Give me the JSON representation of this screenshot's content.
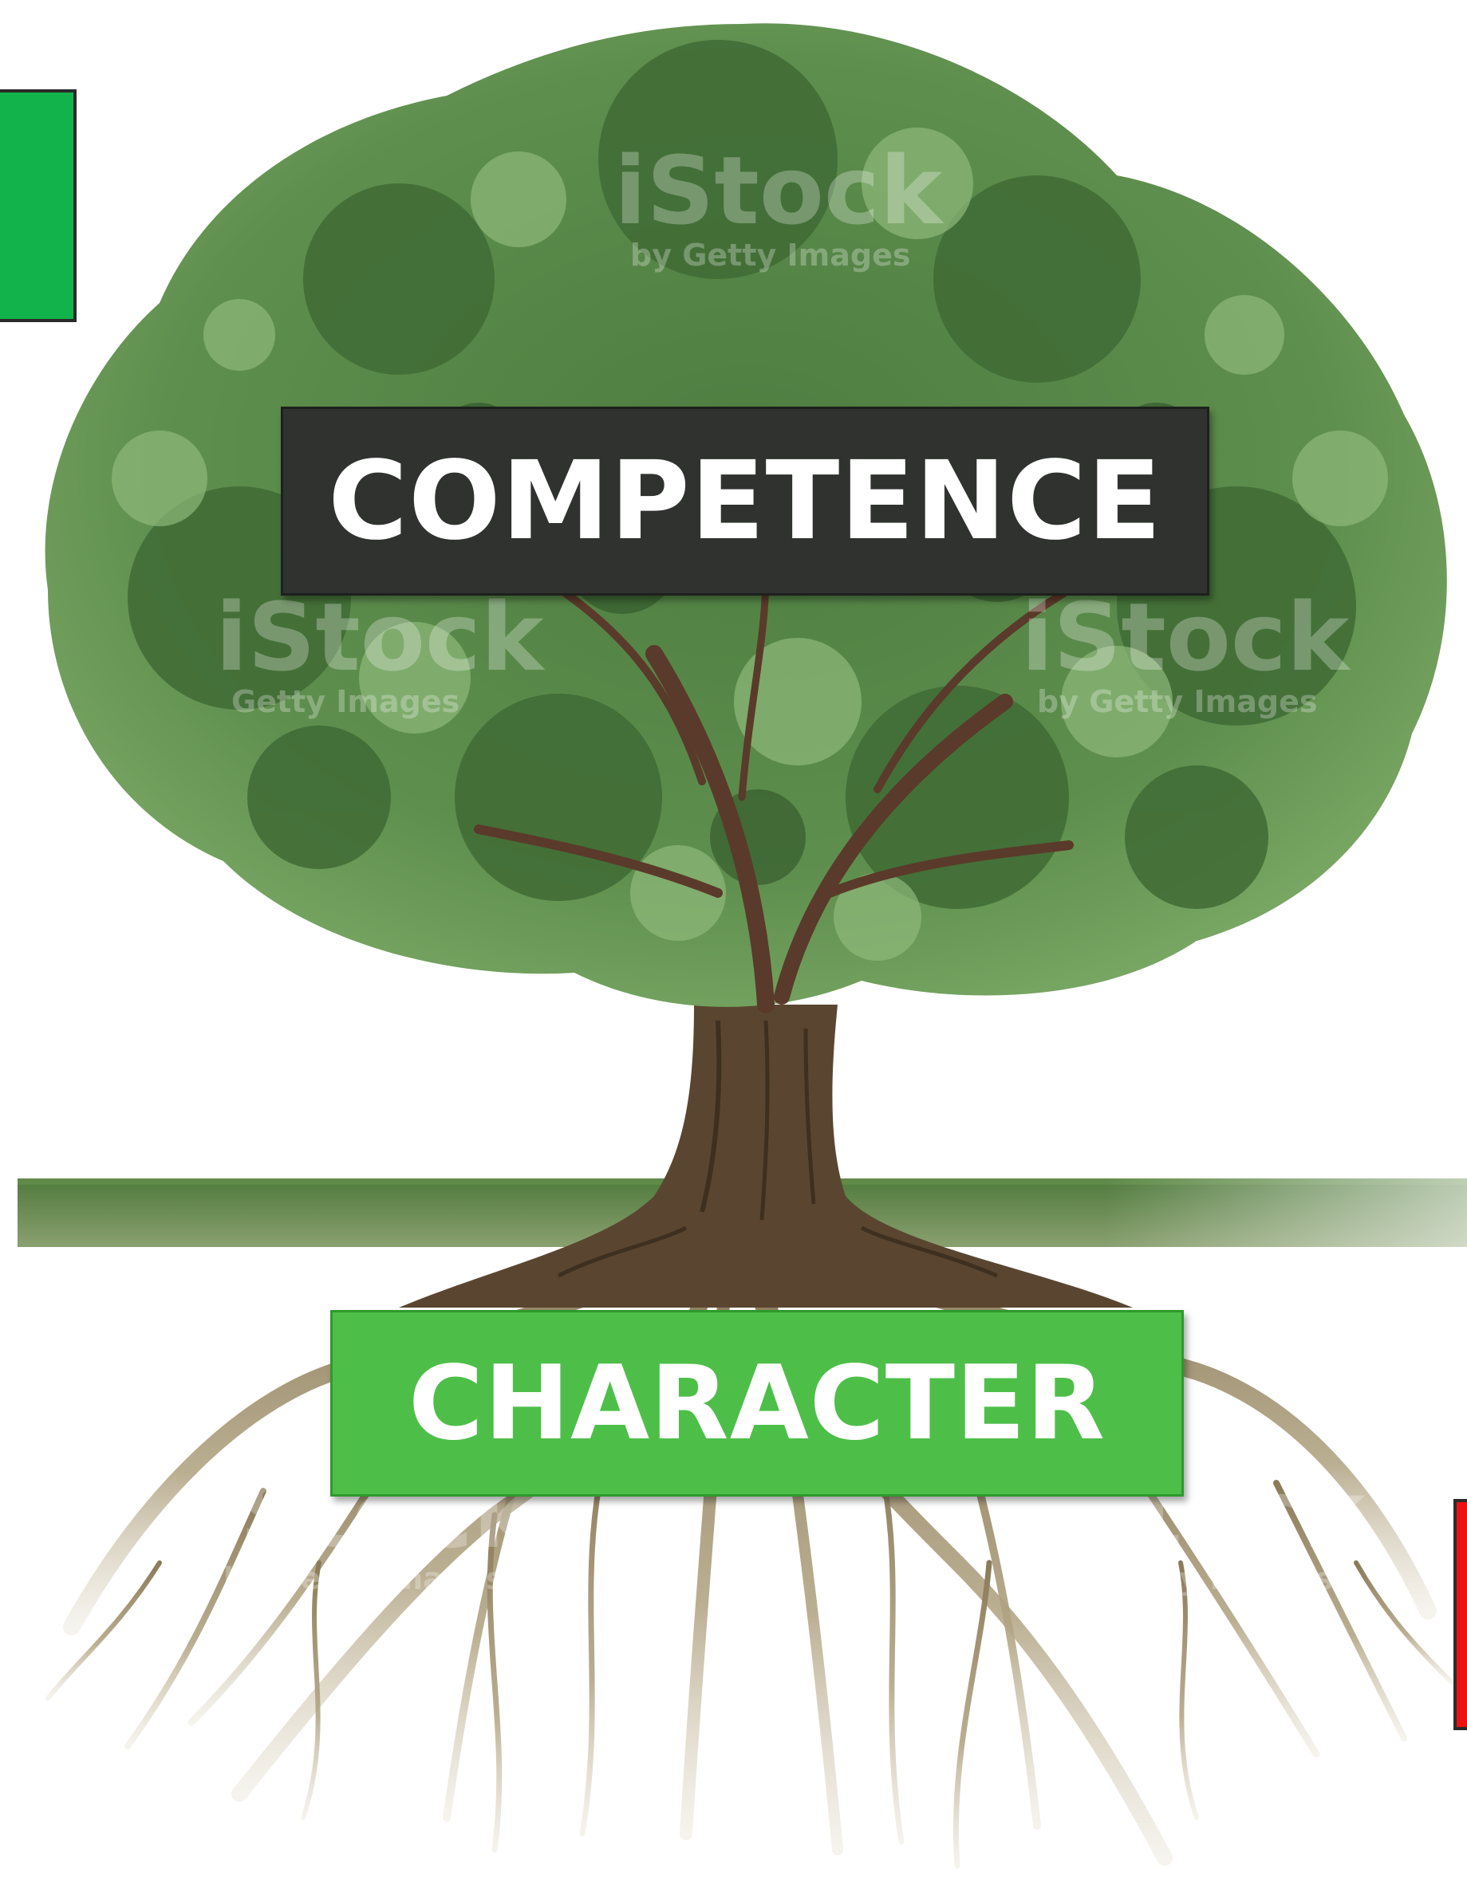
{
  "labels": {
    "competence": "COMPETENCE",
    "character": "CHARACTER"
  },
  "watermarks": [
    {
      "brand": "iStock",
      "credit": "by Getty Images"
    },
    {
      "brand": "iStock",
      "credit": "Getty Images"
    },
    {
      "brand": "iStock",
      "credit": "by Getty Images"
    },
    {
      "brand": "iStock",
      "credit": "by Getty Images"
    },
    {
      "brand": "iStock",
      "credit": "by Getty Images"
    }
  ],
  "colors": {
    "competence_box": "#2f322f",
    "character_box": "#4dbf49",
    "left_tab": "#12b34a",
    "right_tab": "#ee1111",
    "foliage_dark": "#3f6b35",
    "foliage_mid": "#5d8c4c",
    "foliage_light": "#8fb97a",
    "trunk": "#5a4630",
    "roots": "#a89a7e",
    "ground": "#6b8a52"
  }
}
